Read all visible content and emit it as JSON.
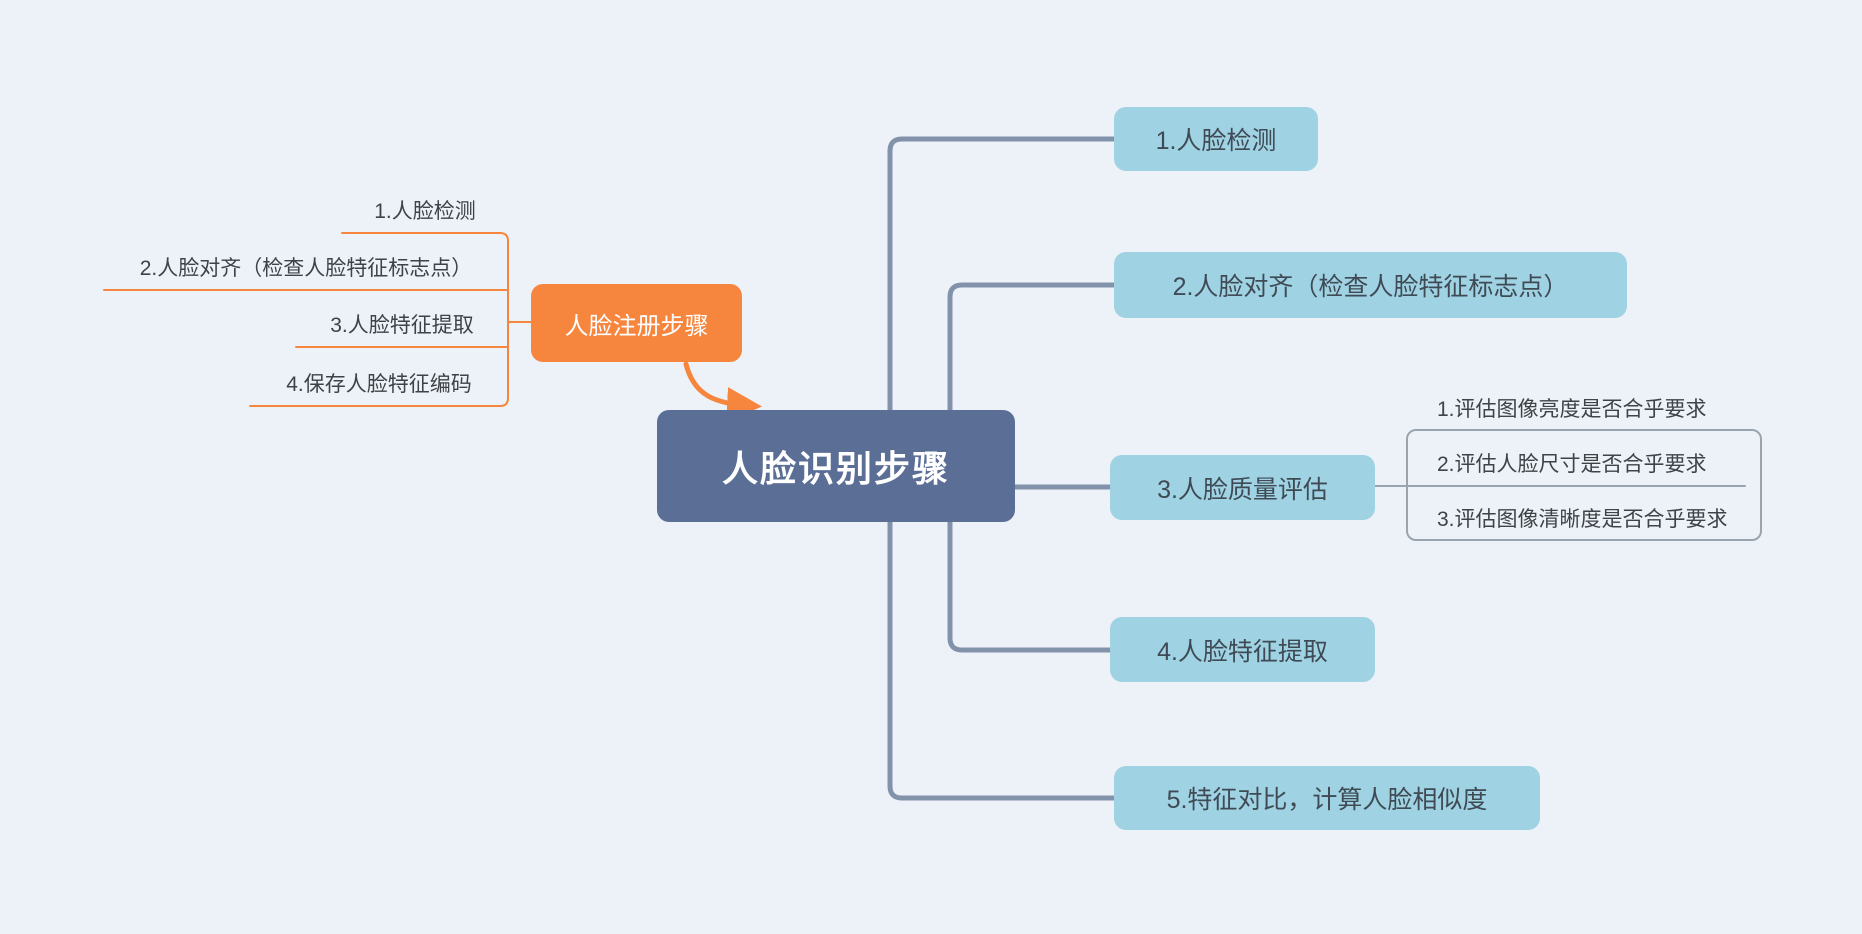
{
  "root": {
    "label": "人脸识别步骤"
  },
  "register": {
    "label": "人脸注册步骤",
    "items": [
      "1.人脸检测",
      "2.人脸对齐（检查人脸特征标志点）",
      "3.人脸特征提取",
      "4.保存人脸特征编码"
    ]
  },
  "recognition": {
    "nodes": [
      {
        "label": "1.人脸检测"
      },
      {
        "label": "2.人脸对齐（检查人脸特征标志点）"
      },
      {
        "label": "3.人脸质量评估",
        "children": [
          "1.评估图像亮度是否合乎要求",
          "2.评估人脸尺寸是否合乎要求",
          "3.评估图像清晰度是否合乎要求"
        ]
      },
      {
        "label": "4.人脸特征提取"
      },
      {
        "label": "5.特征对比，计算人脸相似度"
      }
    ]
  },
  "colors": {
    "background": "#edf2f8",
    "root_node": "#5b6e96",
    "root_text": "#ffffff",
    "register_node": "#f6853e",
    "register_line": "#f6853e",
    "blue_node": "#9fd3e3",
    "blue_node_text": "#3f4a55",
    "main_connector": "#8292ab",
    "sub_connector": "#9aa4ae",
    "label_text": "#3f4347"
  }
}
